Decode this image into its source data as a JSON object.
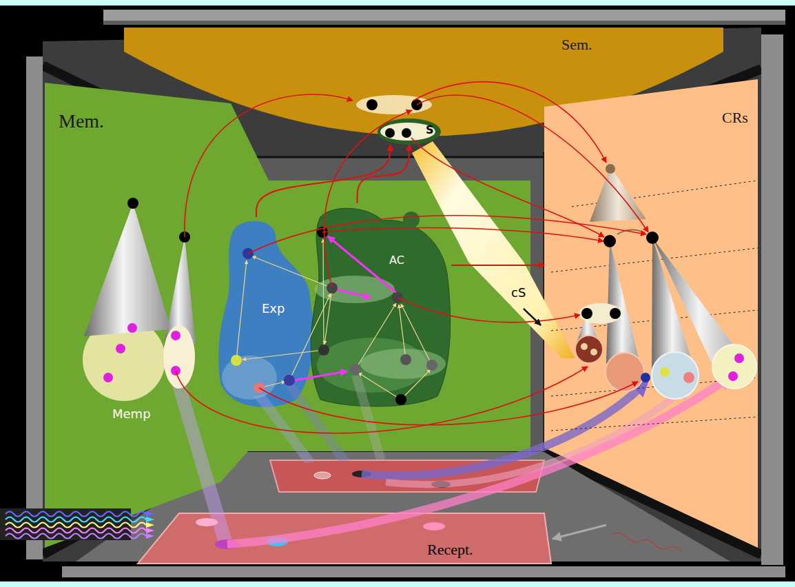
{
  "diagram": {
    "nodes": [
      {
        "text": [
          "Sem."
        ]
      },
      {
        "text": [
          "S"
        ],
        "in": 0
      },
      {
        "text": [
          "Mem."
        ]
      },
      {
        "text": [
          "Memp"
        ],
        "in": 2
      },
      {
        "text": [
          "Exp"
        ],
        "in": 2
      },
      {
        "text": [
          "AC"
        ],
        "in": 2
      },
      {
        "text": [
          "CRs"
        ]
      },
      {
        "text": [
          "cS"
        ]
      },
      {
        "text": [
          "Recept."
        ]
      }
    ],
    "edges": [
      {
        "from": 4,
        "to": 1,
        "arrow": "to"
      },
      {
        "from": 5,
        "to": 1,
        "arrow": "to"
      },
      {
        "from": 5,
        "to": 6,
        "arrow": "to"
      }
    ]
  }
}
